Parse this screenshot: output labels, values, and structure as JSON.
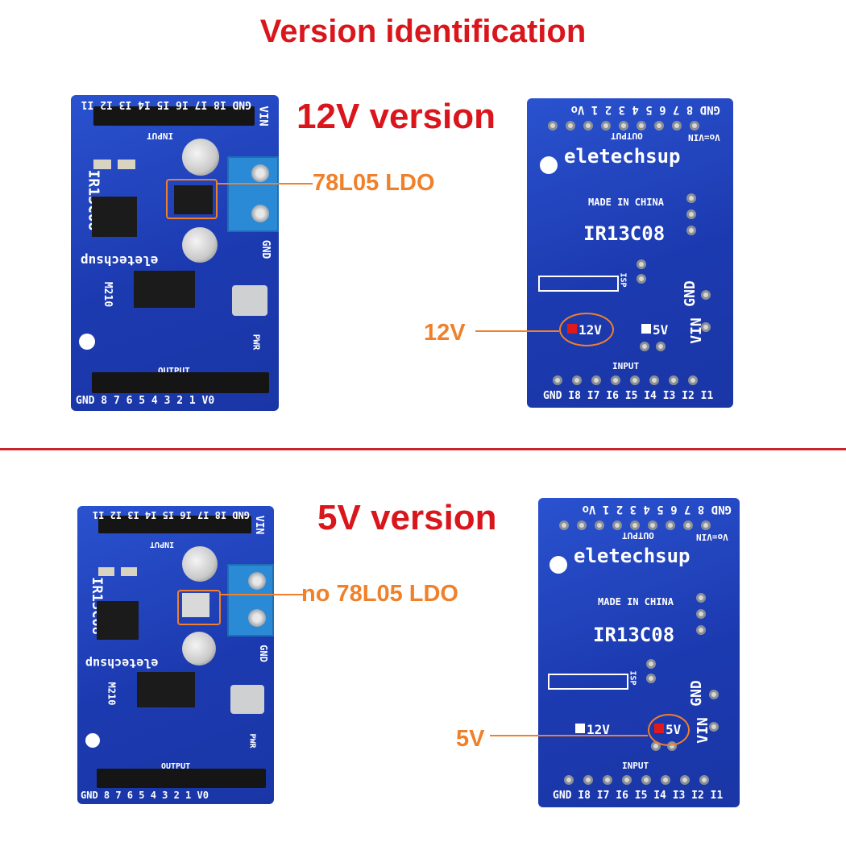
{
  "title": "Version identification",
  "sections": [
    {
      "version_label": "12V version",
      "ldo_callout": "78L05 LDO",
      "select_callout": "12V"
    },
    {
      "version_label": "5V version",
      "ldo_callout": "no 78L05 LDO",
      "select_callout": "5V"
    }
  ],
  "board_front": {
    "model": "IR13C08",
    "brand": "eletechsup",
    "input_label": "INPUT",
    "output_label": "OUTPUT",
    "vin_label": "VIN",
    "gnd_label": "GND",
    "pwr_label": "PWR",
    "mode_label": "M210",
    "input_pins": "GND I8 I7 I6 I5 I4 I3 I2 I1",
    "output_pins": "GND 8 7 6 5 4 3 2 1 V0"
  },
  "board_back": {
    "brand": "eletechsup",
    "made_in": "MADE IN CHINA",
    "model": "IR13C08",
    "output_label": "OUTPUT",
    "input_label": "INPUT",
    "isp_label": "ISP",
    "vin_label": "VIN",
    "gnd_label": "GND",
    "v12_label": "12V",
    "v5_label": "5V",
    "top_pins": "GND 8 7 6 5 4 3 2 1 Vo",
    "vo_vin": "Vo=VIN",
    "bottom_pins": "GND I8 I7 I6 I5 I4 I3 I2 I1"
  },
  "colors": {
    "title_red": "#d9161c",
    "callout_orange": "#f0802a",
    "pcb_blue": "#1d3fb8",
    "divider": "#c8242b"
  }
}
